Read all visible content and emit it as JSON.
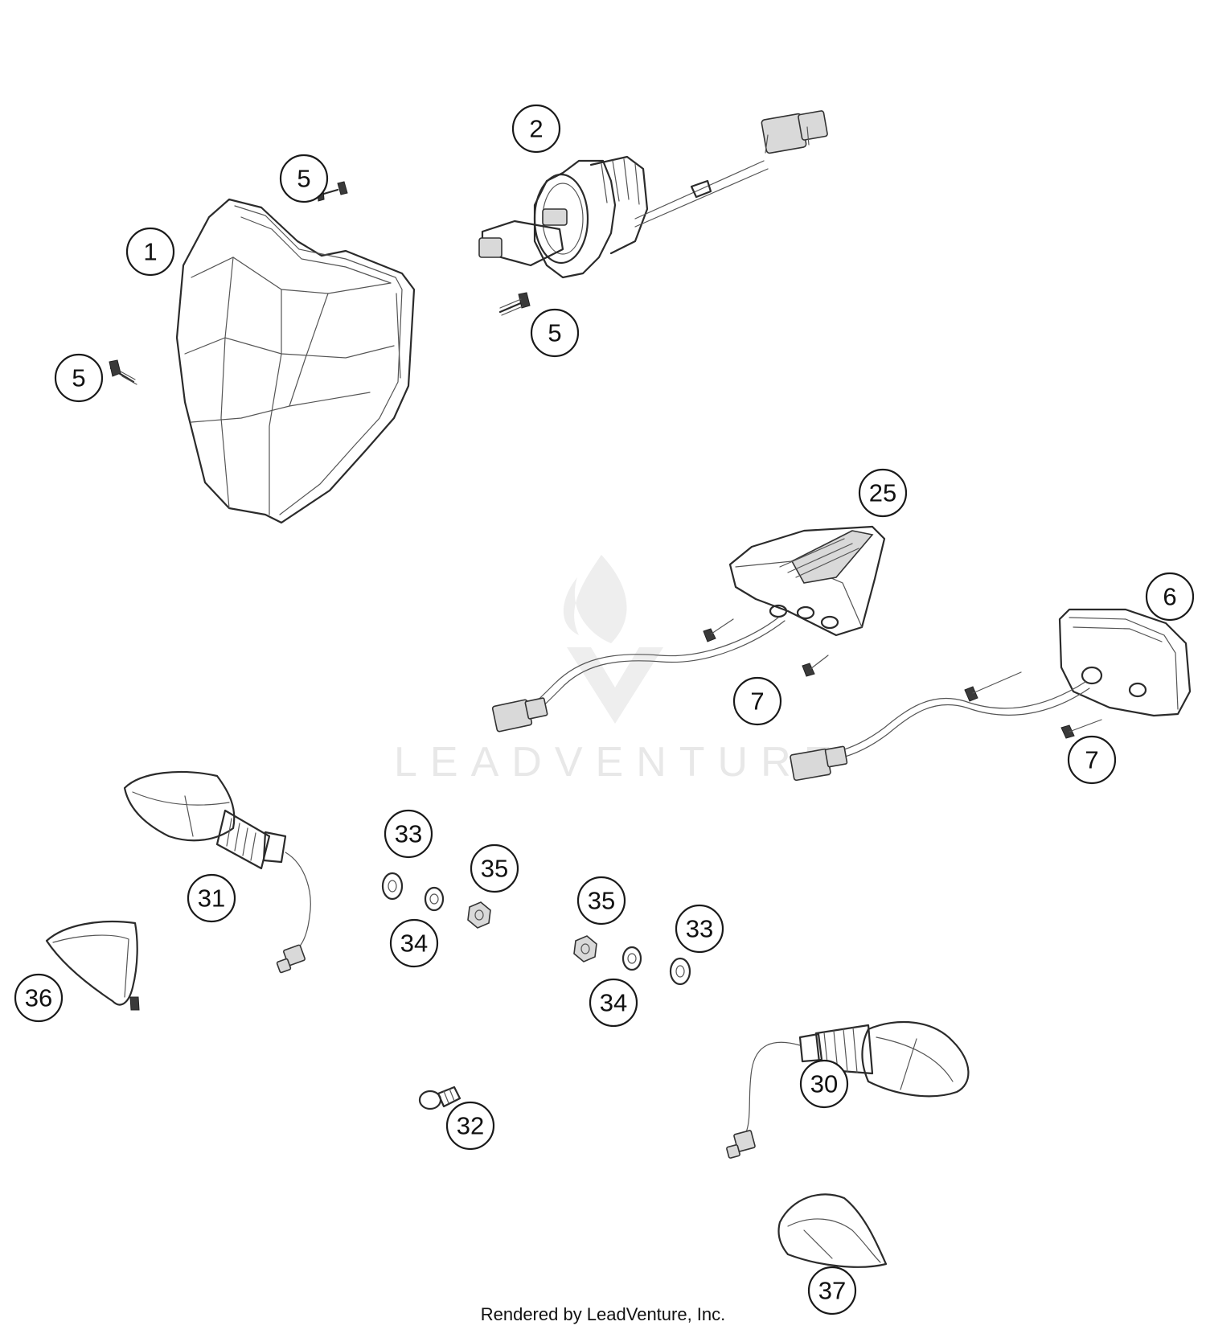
{
  "watermark": {
    "text": "LEADVENTURE"
  },
  "footer": {
    "text": "Rendered by LeadVenture, Inc."
  },
  "callouts": [
    {
      "id": "c-1",
      "label": "1"
    },
    {
      "id": "c-2",
      "label": "2"
    },
    {
      "id": "c-5a",
      "label": "5"
    },
    {
      "id": "c-5b",
      "label": "5"
    },
    {
      "id": "c-5c",
      "label": "5"
    },
    {
      "id": "c-25",
      "label": "25"
    },
    {
      "id": "c-6",
      "label": "6"
    },
    {
      "id": "c-7a",
      "label": "7"
    },
    {
      "id": "c-7b",
      "label": "7"
    },
    {
      "id": "c-31",
      "label": "31"
    },
    {
      "id": "c-33a",
      "label": "33"
    },
    {
      "id": "c-35a",
      "label": "35"
    },
    {
      "id": "c-34a",
      "label": "34"
    },
    {
      "id": "c-35b",
      "label": "35"
    },
    {
      "id": "c-33b",
      "label": "33"
    },
    {
      "id": "c-34b",
      "label": "34"
    },
    {
      "id": "c-36",
      "label": "36"
    },
    {
      "id": "c-30",
      "label": "30"
    },
    {
      "id": "c-32",
      "label": "32"
    },
    {
      "id": "c-37",
      "label": "37"
    }
  ]
}
